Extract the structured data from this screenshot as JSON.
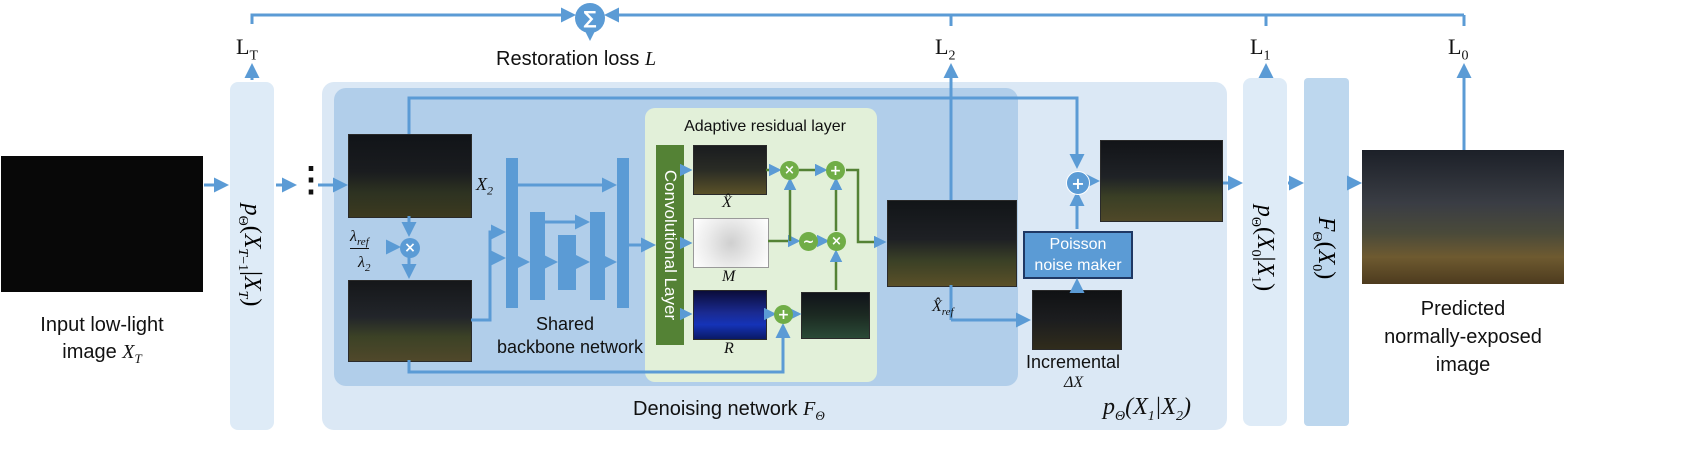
{
  "loss": {
    "sum_symbol": "∑",
    "title": "Restoration loss",
    "title_var": "L",
    "terms": [
      "L_T",
      "L_2",
      "L_1",
      "L_0"
    ]
  },
  "input": {
    "caption": "Input low-light",
    "caption2": "image",
    "var": "X_T"
  },
  "output": {
    "caption": [
      "Predicted",
      "normally-exposed",
      "image"
    ]
  },
  "blocks": {
    "p_T": "p_Θ(X_{T−1}|X_T)",
    "p_1": "p_Θ(X_0|X_1)",
    "F_0": "F_Θ(X_0)",
    "p_2": "p_Θ(X_1|X_2)"
  },
  "denoiser": {
    "caption": "Denoising network",
    "var": "F_Θ"
  },
  "backbone": {
    "caption": [
      "Shared",
      "backbone network"
    ],
    "x2": "X_2",
    "ratio_num": "λ_ref",
    "ratio_den": "λ_2"
  },
  "adaptive": {
    "title": "Adaptive residual layer",
    "conv": "Convolutional Layer",
    "xhat": "X̂",
    "m": "M",
    "r": "R",
    "xref": "X̂_ref"
  },
  "poisson": {
    "label": [
      "Poisson",
      "noise maker"
    ],
    "incr": "Incremental",
    "delta": "ΔX"
  },
  "ops": {
    "mul": "×",
    "add": "+",
    "tilde": "~",
    "dots": "⋮"
  },
  "colors": {
    "arrow": "#5b9bd5",
    "light_block": "#deebf7",
    "mid_block": "#bdd7ee",
    "denoise_bg": "#dbe8f5",
    "inner_bg": "#a9c9e8",
    "adaptive_bg": "#e2f0d9",
    "green": "#548235",
    "node_green": "#70ad47"
  }
}
